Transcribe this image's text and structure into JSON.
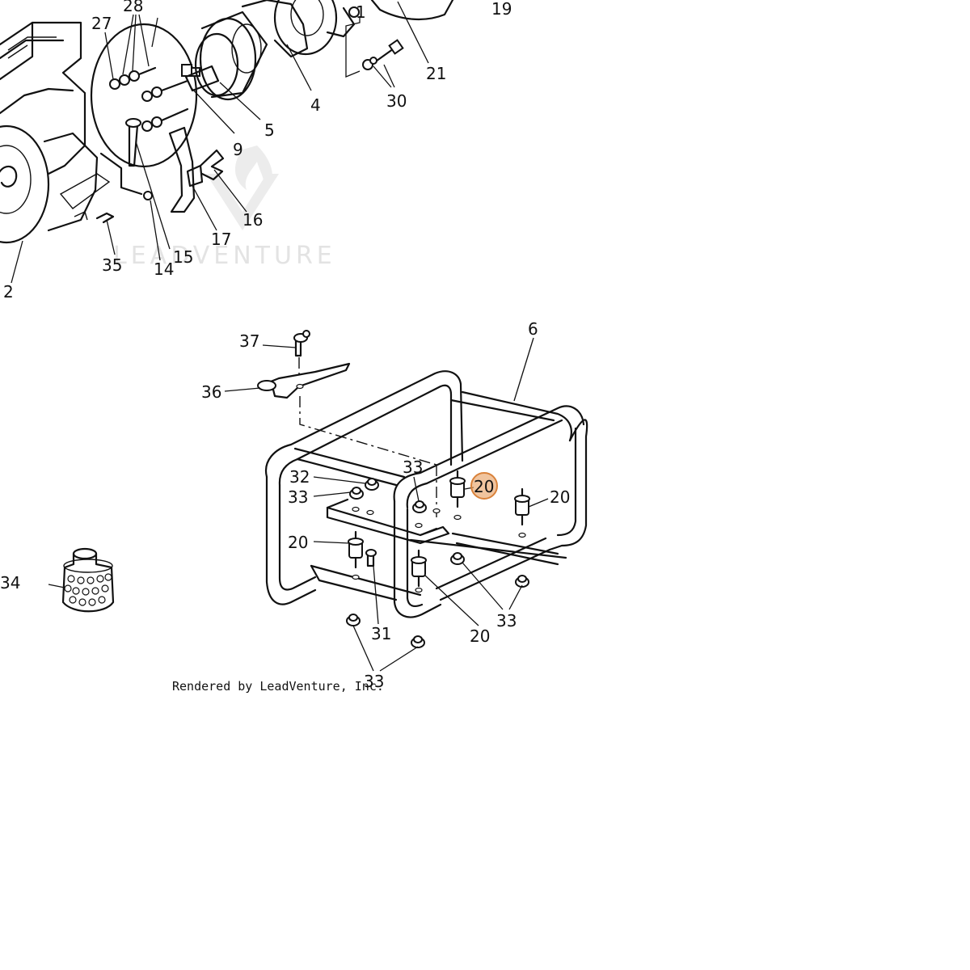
{
  "watermark": {
    "text": "LEADVENTURE"
  },
  "credit": {
    "text": "Rendered by LeadVenture, Inc."
  },
  "highlight_color": "#e8a56a",
  "callouts": [
    {
      "id": "27",
      "text": "27"
    },
    {
      "id": "28",
      "text": "28"
    },
    {
      "id": "19",
      "text": "19"
    },
    {
      "id": "21",
      "text": "21"
    },
    {
      "id": "1",
      "text": "1"
    },
    {
      "id": "4",
      "text": "4"
    },
    {
      "id": "5",
      "text": "5"
    },
    {
      "id": "30",
      "text": "30"
    },
    {
      "id": "9",
      "text": "9"
    },
    {
      "id": "16",
      "text": "16"
    },
    {
      "id": "17",
      "text": "17"
    },
    {
      "id": "15",
      "text": "15"
    },
    {
      "id": "14",
      "text": "14"
    },
    {
      "id": "35",
      "text": "35"
    },
    {
      "id": "2",
      "text": "2"
    },
    {
      "id": "37",
      "text": "37"
    },
    {
      "id": "36",
      "text": "36"
    },
    {
      "id": "6",
      "text": "6"
    },
    {
      "id": "32",
      "text": "32"
    },
    {
      "id": "33a",
      "text": "33"
    },
    {
      "id": "33b",
      "text": "33"
    },
    {
      "id": "20a",
      "text": "20"
    },
    {
      "id": "20b",
      "text": "20"
    },
    {
      "id": "20c",
      "text": "20"
    },
    {
      "id": "20d",
      "text": "20"
    },
    {
      "id": "34",
      "text": "34"
    },
    {
      "id": "31",
      "text": "31"
    },
    {
      "id": "33c",
      "text": "33"
    },
    {
      "id": "33d",
      "text": "33"
    }
  ]
}
